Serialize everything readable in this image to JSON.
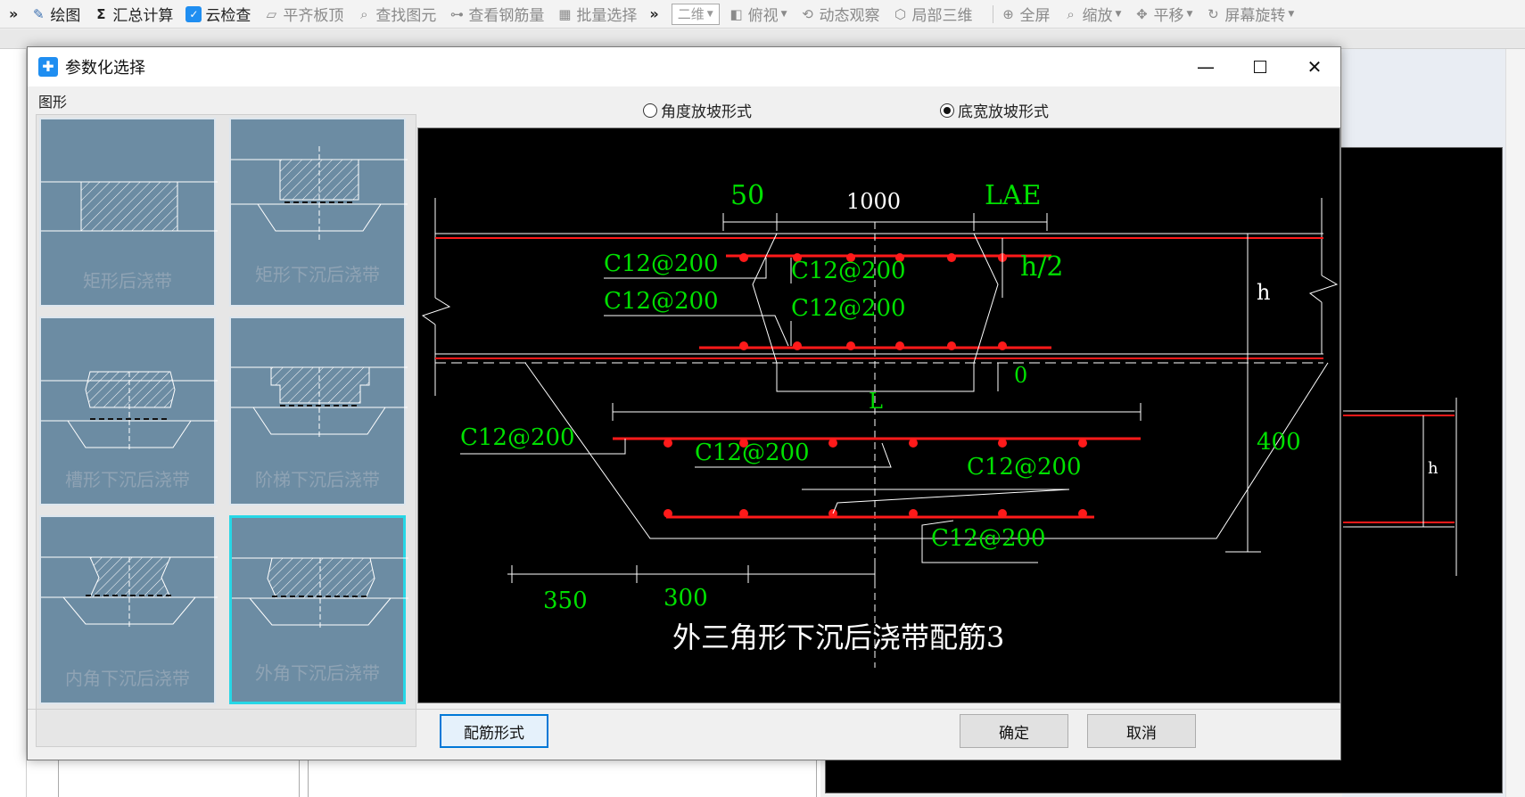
{
  "toolbar": {
    "items": [
      {
        "icon": "draw-icon",
        "label": "绘图",
        "enabled": true
      },
      {
        "icon": "sigma-icon",
        "label": "汇总计算",
        "enabled": true
      },
      {
        "icon": "cloud-check-icon",
        "label": "云检查",
        "enabled": true
      },
      {
        "icon": "align-slab-icon",
        "label": "平齐板顶",
        "enabled": false
      },
      {
        "icon": "find-element-icon",
        "label": "查找图元",
        "enabled": false
      },
      {
        "icon": "view-rebar-icon",
        "label": "查看钢筋量",
        "enabled": false
      },
      {
        "icon": "batch-select-icon",
        "label": "批量选择",
        "enabled": false
      }
    ],
    "view_items": [
      {
        "icon": "top-view-icon",
        "label": "俯视"
      },
      {
        "icon": "dynamic-observe-icon",
        "label": "动态观察"
      },
      {
        "icon": "local-3d-icon",
        "label": "局部三维"
      },
      {
        "icon": "fullscreen-icon",
        "label": "全屏"
      },
      {
        "icon": "zoom-icon",
        "label": "缩放"
      },
      {
        "icon": "pan-icon",
        "label": "平移"
      },
      {
        "icon": "rotate-screen-icon",
        "label": "屏幕旋转"
      }
    ],
    "mode_select": "二维"
  },
  "dialog": {
    "title": "参数化选择",
    "group_label": "图形",
    "shapes": [
      {
        "label": "矩形后浇带",
        "selected": false
      },
      {
        "label": "矩形下沉后浇带",
        "selected": false
      },
      {
        "label": "槽形下沉后浇带",
        "selected": false
      },
      {
        "label": "阶梯下沉后浇带",
        "selected": false
      },
      {
        "label": "内角下沉后浇带",
        "selected": false
      },
      {
        "label": "外角下沉后浇带",
        "selected": true
      }
    ],
    "radios": [
      {
        "label": "角度放坡形式",
        "checked": false
      },
      {
        "label": "底宽放坡形式",
        "checked": true
      }
    ],
    "preview": {
      "caption": "外三角形下沉后浇带配筋3",
      "dim_50": "50",
      "dim_1000": "1000",
      "dim_lae": "LAE",
      "dim_h_half": "h/2",
      "dim_h": "h",
      "dim_0": "0",
      "dim_L": "L",
      "dim_400": "400",
      "dim_350": "350",
      "dim_300": "300",
      "rebar_label": "C12@200"
    },
    "buttons": {
      "rebar_form": "配筋形式",
      "ok": "确定",
      "cancel": "取消"
    }
  },
  "colors": {
    "accent_green": "#00e000",
    "rebar_red": "#ff1a1a",
    "tile_bg": "#6c8ca3",
    "tile_selected_border": "#27d7e6"
  }
}
